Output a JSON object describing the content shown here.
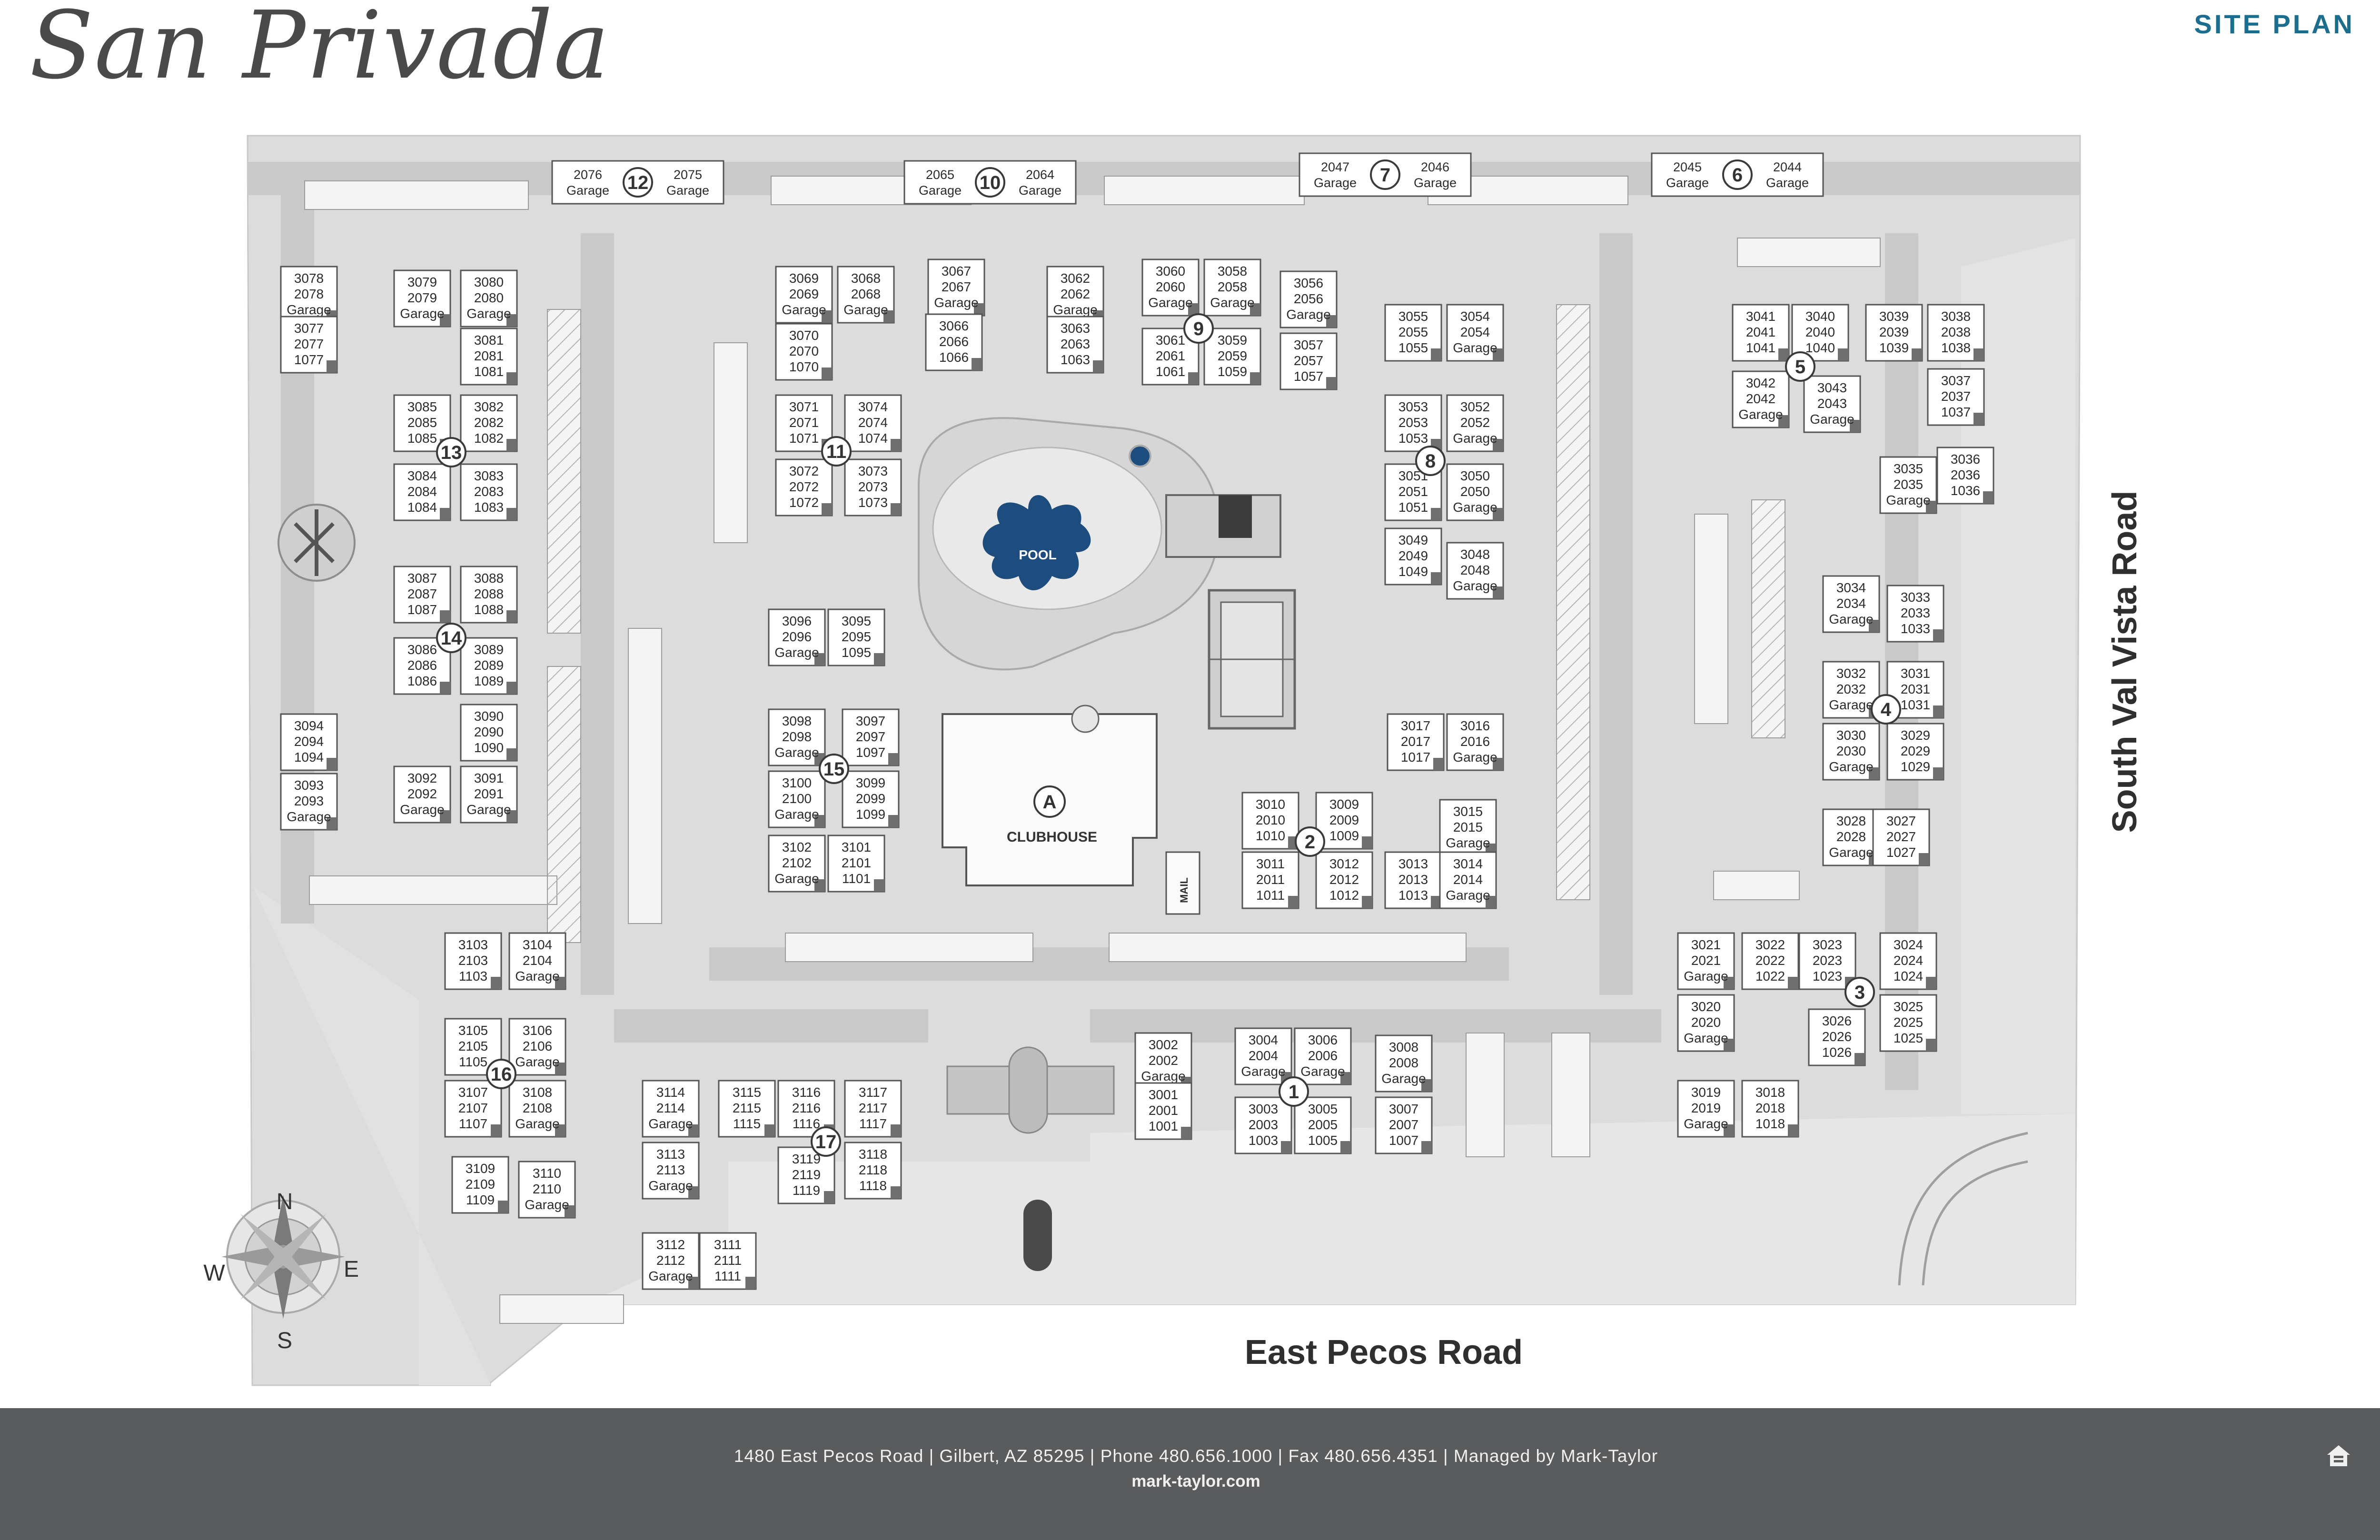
{
  "header": {
    "logo_text": "San Privada",
    "site_plan_label": "SITE PLAN"
  },
  "roads": {
    "south": "East Pecos Road",
    "east": "South Val Vista Road"
  },
  "compass": {
    "n": "N",
    "e": "E",
    "s": "S",
    "w": "W"
  },
  "amenities": {
    "pool": "POOL",
    "clubhouse_letter": "A",
    "clubhouse": "CLUBHOUSE",
    "mail": "MAIL"
  },
  "footer": {
    "line1": "1480 East Pecos Road | Gilbert, AZ 85295 | Phone 480.656.1000 | Fax 480.656.4351 | Managed by Mark-Taylor",
    "line2": "mark-taylor.com"
  },
  "garage_buildings": [
    {
      "number": "12",
      "left": [
        "2076",
        "Garage"
      ],
      "right": [
        "2075",
        "Garage"
      ]
    },
    {
      "number": "10",
      "left": [
        "2065",
        "Garage"
      ],
      "right": [
        "2064",
        "Garage"
      ]
    },
    {
      "number": "7",
      "left": [
        "2047",
        "Garage"
      ],
      "right": [
        "2046",
        "Garage"
      ]
    },
    {
      "number": "6",
      "left": [
        "2045",
        "Garage"
      ],
      "right": [
        "2044",
        "Garage"
      ]
    }
  ],
  "buildings": [
    {
      "number": "13",
      "units": [
        [
          "3078",
          "2078",
          "Garage"
        ],
        [
          "3079",
          "2079",
          "Garage"
        ],
        [
          "3080",
          "2080",
          "Garage"
        ],
        [
          "3077",
          "2077",
          "1077"
        ],
        [
          "3081",
          "2081",
          "1081"
        ],
        [
          "3085",
          "2085",
          "1085"
        ],
        [
          "3082",
          "2082",
          "1082"
        ],
        [
          "3084",
          "2084",
          "1084"
        ],
        [
          "3083",
          "2083",
          "1083"
        ]
      ]
    },
    {
      "number": "14",
      "units": [
        [
          "3087",
          "2087",
          "1087"
        ],
        [
          "3088",
          "2088",
          "1088"
        ],
        [
          "3086",
          "2086",
          "1086"
        ],
        [
          "3089",
          "2089",
          "1089"
        ],
        [
          "3094",
          "2094",
          "1094"
        ],
        [
          "3090",
          "2090",
          "1090"
        ],
        [
          "3093",
          "2093",
          "Garage"
        ],
        [
          "3092",
          "2092",
          "Garage"
        ],
        [
          "3091",
          "2091",
          "Garage"
        ]
      ]
    },
    {
      "number": "11",
      "units": [
        [
          "3069",
          "2069",
          "Garage"
        ],
        [
          "3068",
          "2068",
          "Garage"
        ],
        [
          "3067",
          "2067",
          "Garage"
        ],
        [
          "3070",
          "2070",
          "1070"
        ],
        [
          "3066",
          "2066",
          "1066"
        ],
        [
          "3071",
          "2071",
          "1071"
        ],
        [
          "3074",
          "2074",
          "1074"
        ],
        [
          "3072",
          "2072",
          "1072"
        ],
        [
          "3073",
          "2073",
          "1073"
        ]
      ]
    },
    {
      "number": "9",
      "units": [
        [
          "3062",
          "2062",
          "Garage"
        ],
        [
          "3060",
          "2060",
          "Garage"
        ],
        [
          "3058",
          "2058",
          "Garage"
        ],
        [
          "3056",
          "2056",
          "Garage"
        ],
        [
          "3063",
          "2063",
          "1063"
        ],
        [
          "3061",
          "2061",
          "1061"
        ],
        [
          "3059",
          "2059",
          "1059"
        ],
        [
          "3057",
          "2057",
          "1057"
        ]
      ]
    },
    {
      "number": "8",
      "units": [
        [
          "3055",
          "2055",
          "1055"
        ],
        [
          "3054",
          "2054",
          "Garage"
        ],
        [
          "3053",
          "2053",
          "1053"
        ],
        [
          "3052",
          "2052",
          "Garage"
        ],
        [
          "3051",
          "2051",
          "1051"
        ],
        [
          "3050",
          "2050",
          "Garage"
        ],
        [
          "3049",
          "2049",
          "1049"
        ],
        [
          "3048",
          "2048",
          "Garage"
        ]
      ]
    },
    {
      "number": "5",
      "units": [
        [
          "3041",
          "2041",
          "1041"
        ],
        [
          "3040",
          "2040",
          "1040"
        ],
        [
          "3039",
          "2039",
          "1039"
        ],
        [
          "3038",
          "2038",
          "1038"
        ],
        [
          "3042",
          "2042",
          "Garage"
        ],
        [
          "3043",
          "2043",
          "Garage"
        ],
        [
          "3037",
          "2037",
          "1037"
        ],
        [
          "3035",
          "2035",
          "Garage"
        ],
        [
          "3036",
          "2036",
          "1036"
        ]
      ]
    },
    {
      "number": "4",
      "units": [
        [
          "3034",
          "2034",
          "Garage"
        ],
        [
          "3033",
          "2033",
          "1033"
        ],
        [
          "3032",
          "2032",
          "Garage"
        ],
        [
          "3031",
          "2031",
          "1031"
        ],
        [
          "3030",
          "2030",
          "Garage"
        ],
        [
          "3029",
          "2029",
          "1029"
        ],
        [
          "3028",
          "2028",
          "Garage"
        ],
        [
          "3027",
          "2027",
          "1027"
        ]
      ]
    },
    {
      "number": "15",
      "units": [
        [
          "3096",
          "2096",
          "Garage"
        ],
        [
          "3095",
          "2095",
          "1095"
        ],
        [
          "3098",
          "2098",
          "Garage"
        ],
        [
          "3097",
          "2097",
          "1097"
        ],
        [
          "3100",
          "2100",
          "Garage"
        ],
        [
          "3099",
          "2099",
          "1099"
        ],
        [
          "3102",
          "2102",
          "Garage"
        ],
        [
          "3101",
          "2101",
          "1101"
        ]
      ]
    },
    {
      "number": "2",
      "units": [
        [
          "3010",
          "2010",
          "1010"
        ],
        [
          "3009",
          "2009",
          "1009"
        ],
        [
          "3015",
          "2015",
          "Garage"
        ],
        [
          "3011",
          "2011",
          "1011"
        ],
        [
          "3012",
          "2012",
          "1012"
        ],
        [
          "3013",
          "2013",
          "1013"
        ],
        [
          "3014",
          "2014",
          "Garage"
        ],
        [
          "3017",
          "2017",
          "1017"
        ],
        [
          "3016",
          "2016",
          "Garage"
        ]
      ]
    },
    {
      "number": "3",
      "units": [
        [
          "3021",
          "2021",
          "Garage"
        ],
        [
          "3022",
          "2022",
          "1022"
        ],
        [
          "3023",
          "2023",
          "1023"
        ],
        [
          "3024",
          "2024",
          "1024"
        ],
        [
          "3020",
          "2020",
          "Garage"
        ],
        [
          "3026",
          "2026",
          "1026"
        ],
        [
          "3025",
          "2025",
          "1025"
        ],
        [
          "3019",
          "2019",
          "Garage"
        ],
        [
          "3018",
          "2018",
          "1018"
        ]
      ]
    },
    {
      "number": "16",
      "units": [
        [
          "3103",
          "2103",
          "1103"
        ],
        [
          "3104",
          "2104",
          "Garage"
        ],
        [
          "3105",
          "2105",
          "1105"
        ],
        [
          "3106",
          "2106",
          "Garage"
        ],
        [
          "3107",
          "2107",
          "1107"
        ],
        [
          "3108",
          "2108",
          "Garage"
        ],
        [
          "3109",
          "2109",
          "1109"
        ],
        [
          "3110",
          "2110",
          "Garage"
        ]
      ]
    },
    {
      "number": "17",
      "units": [
        [
          "3114",
          "2114",
          "Garage"
        ],
        [
          "3115",
          "2115",
          "1115"
        ],
        [
          "3116",
          "2116",
          "1116"
        ],
        [
          "3117",
          "2117",
          "1117"
        ],
        [
          "3113",
          "2113",
          "Garage"
        ],
        [
          "3119",
          "2119",
          "1119"
        ],
        [
          "3118",
          "2118",
          "1118"
        ],
        [
          "3112",
          "2112",
          "Garage"
        ],
        [
          "3111",
          "2111",
          "1111"
        ]
      ]
    },
    {
      "number": "1",
      "units": [
        [
          "3002",
          "2002",
          "Garage"
        ],
        [
          "3004",
          "2004",
          "Garage"
        ],
        [
          "3006",
          "2006",
          "Garage"
        ],
        [
          "3008",
          "2008",
          "Garage"
        ],
        [
          "3001",
          "2001",
          "1001"
        ],
        [
          "3003",
          "2003",
          "1003"
        ],
        [
          "3005",
          "2005",
          "1005"
        ],
        [
          "3007",
          "2007",
          "1007"
        ]
      ]
    }
  ]
}
